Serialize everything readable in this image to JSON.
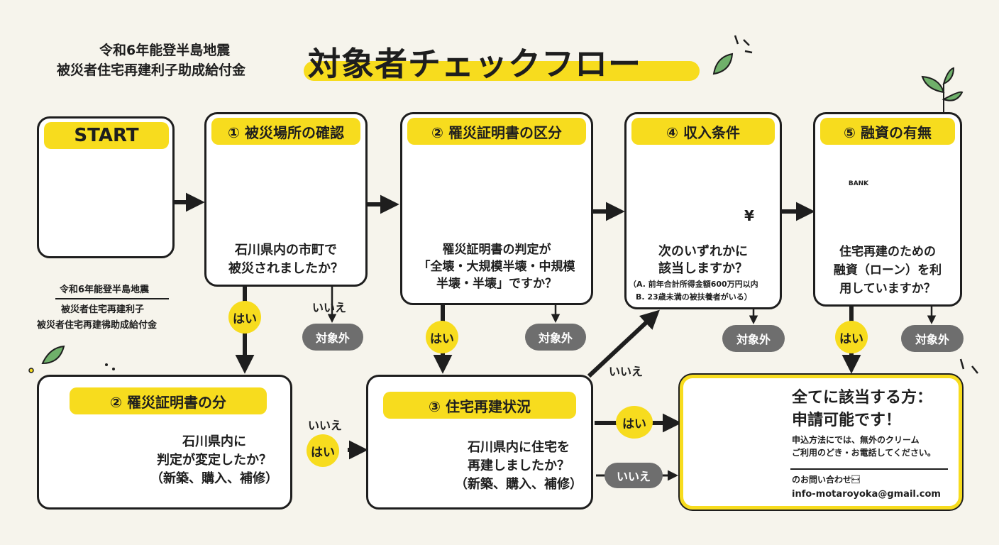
{
  "header": {
    "subtitle_line1": "令和6年能登半島地震",
    "subtitle_line2": "被災者住宅再建利子助成給付金",
    "title": "対象者チェックフロー"
  },
  "start": {
    "label": "START"
  },
  "side_note": {
    "line1": "令和6年能登半島地震",
    "line2": "被災者住宅再建利子",
    "line3": "被災者住宅再建彿助成給付金"
  },
  "steps": {
    "location": {
      "title": "① 被災場所の確認",
      "q1": "石川県内の市町で",
      "q2": "被災されましたか？"
    },
    "certificate": {
      "title": "② 罹災証明書の区分",
      "q1": "罹災証明書の判定が",
      "q2": "「全壊・大規模半壊・中規模",
      "q3": "半壊・半壊」ですか？"
    },
    "income": {
      "title": "④ 収入条件",
      "q1": "次のいずれかに",
      "q2": "該当しますか？",
      "cond_a": "（A. 前年合計所得金額600万円以内",
      "cond_b": "B. 23歳未満の被扶養者がいる）",
      "icon_label": "¥"
    },
    "loan": {
      "title": "⑤ 融資の有無",
      "q1": "住宅再建のための",
      "q2": "融資（ローン）を利",
      "q3": "用していますか？",
      "bank_label": "BANK"
    },
    "certificate2": {
      "title": "② 罹災証明書の分",
      "q1": "石川県内に",
      "q2": "判定が変定したか？",
      "q3": "（新築、購入、補修）"
    },
    "rebuild": {
      "title": "③ 住宅再建状況",
      "q1": "石川県内に住宅を",
      "q2": "再建しましたか？",
      "q3": "（新築、購入、補修）"
    }
  },
  "result": {
    "headline1": "全てに該当する方：",
    "headline2": "申請可能です！",
    "body1": "申込方法にでは、無外のクリーム",
    "body2": "ご利用のどき・お電話してください。",
    "contact_label": "のお問い合わせ⿾",
    "email": "info-motaroyoka@gmail.com"
  },
  "labels": {
    "yes": "はい",
    "no": "いいえ",
    "not_eligible": "対象外"
  },
  "colors": {
    "accent_yellow": "#f7dc1e",
    "outline": "#1e1e1e",
    "gray_pill": "#6e6e6e",
    "house_blue": "#3f7fa3",
    "leaf_green": "#6fb06a",
    "background": "#f6f4ec"
  }
}
